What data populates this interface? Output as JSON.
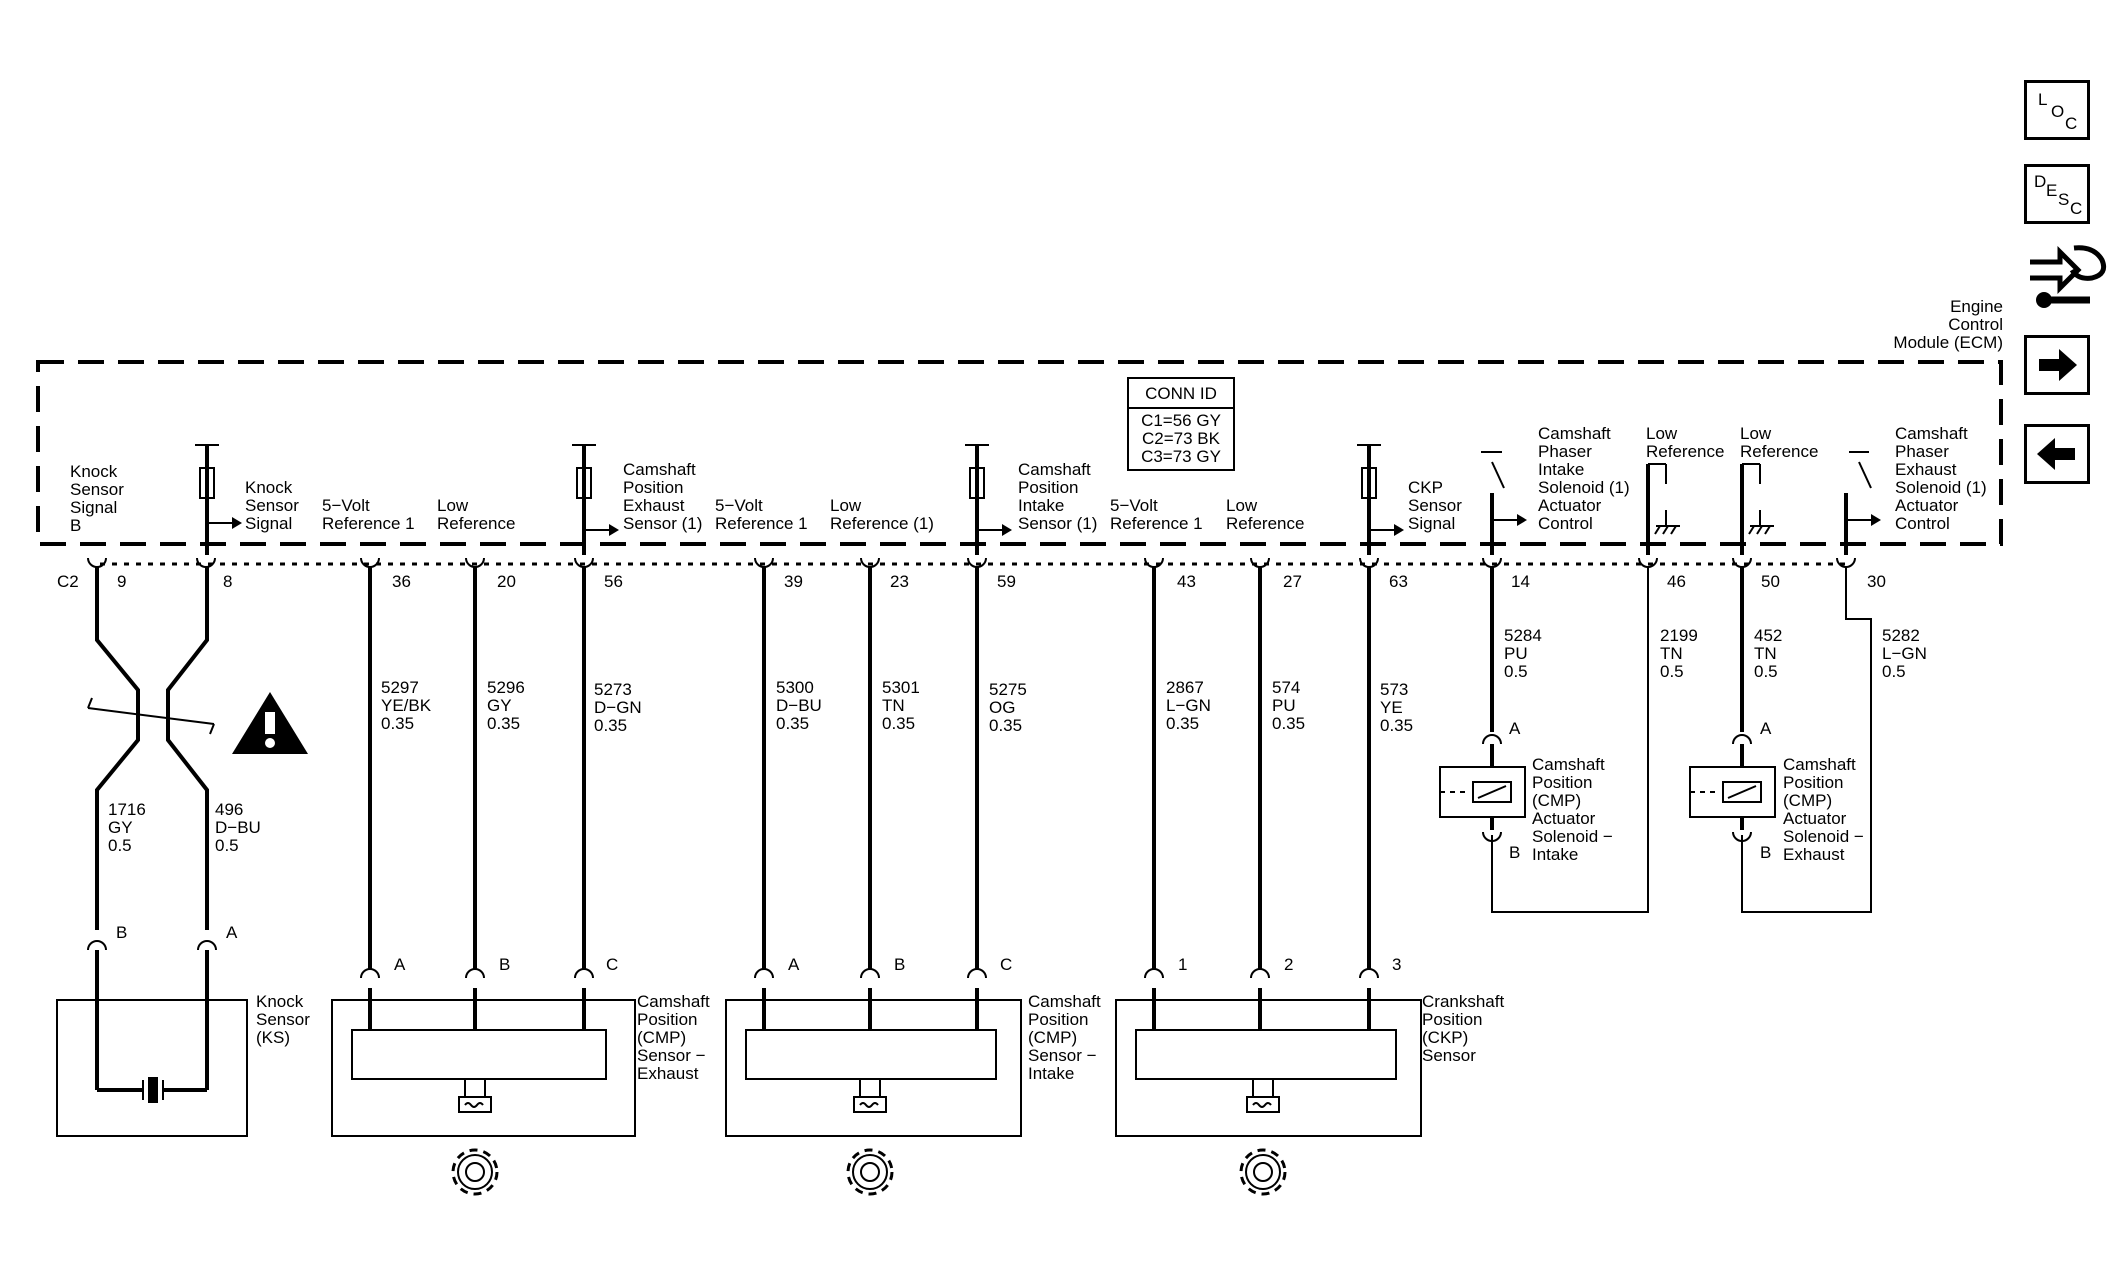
{
  "module": {
    "l1": "Engine",
    "l2": "Control",
    "l3": "Module (ECM)"
  },
  "conn_id": {
    "title": "CONN ID",
    "c1": "C1=56 GY",
    "c2": "C2=73 BK",
    "c3": "C3=73 GY"
  },
  "connector_label": "C2",
  "ecm_labels": {
    "ks_b": [
      "Knock",
      "Sensor",
      "Signal",
      "B"
    ],
    "ks": [
      "Knock",
      "Sensor",
      "Signal"
    ],
    "vref": [
      "5−Volt",
      "Reference 1"
    ],
    "lowref": [
      "Low",
      "Reference"
    ],
    "lowref1": [
      "Low",
      "Reference (1)"
    ],
    "cmp_exh": [
      "Camshaft",
      "Position",
      "Exhaust",
      "Sensor (1)"
    ],
    "cmp_int": [
      "Camshaft",
      "Position",
      "Intake",
      "Sensor (1)"
    ],
    "ckp": [
      "CKP",
      "Sensor",
      "Signal"
    ],
    "phaser_int": [
      "Camshaft",
      "Phaser",
      "Intake",
      "Solenoid (1)",
      "Actuator",
      "Control"
    ],
    "phaser_exh": [
      "Camshaft",
      "Phaser",
      "Exhaust",
      "Solenoid (1)",
      "Actuator",
      "Control"
    ]
  },
  "pins": [
    "9",
    "8",
    "36",
    "20",
    "56",
    "39",
    "23",
    "59",
    "43",
    "27",
    "63",
    "14",
    "46",
    "50",
    "30"
  ],
  "wires": {
    "w1716": [
      "1716",
      "GY",
      "0.5"
    ],
    "w496": [
      "496",
      "D−BU",
      "0.5"
    ],
    "w5297": [
      "5297",
      "YE/BK",
      "0.35"
    ],
    "w5296": [
      "5296",
      "GY",
      "0.35"
    ],
    "w5273": [
      "5273",
      "D−GN",
      "0.35"
    ],
    "w5300": [
      "5300",
      "D−BU",
      "0.35"
    ],
    "w5301": [
      "5301",
      "TN",
      "0.35"
    ],
    "w5275": [
      "5275",
      "OG",
      "0.35"
    ],
    "w2867": [
      "2867",
      "L−GN",
      "0.35"
    ],
    "w574": [
      "574",
      "PU",
      "0.35"
    ],
    "w573": [
      "573",
      "YE",
      "0.35"
    ],
    "w5284": [
      "5284",
      "PU",
      "0.5"
    ],
    "w2199": [
      "2199",
      "TN",
      "0.5"
    ],
    "w452": [
      "452",
      "TN",
      "0.5"
    ],
    "w5282": [
      "5282",
      "L−GN",
      "0.5"
    ]
  },
  "terminals": {
    "ks": [
      "B",
      "A"
    ],
    "cmp_exh": [
      "A",
      "B",
      "C"
    ],
    "cmp_int": [
      "A",
      "B",
      "C"
    ],
    "ckp": [
      "1",
      "2",
      "3"
    ],
    "sol": [
      "A",
      "B"
    ]
  },
  "components": {
    "knock": [
      "Knock",
      "Sensor",
      "(KS)"
    ],
    "cmp_exh": [
      "Camshaft",
      "Position",
      "(CMP)",
      "Sensor −",
      "Exhaust"
    ],
    "cmp_int": [
      "Camshaft",
      "Position",
      "(CMP)",
      "Sensor −",
      "Intake"
    ],
    "ckp": [
      "Crankshaft",
      "Position",
      "(CKP)",
      "Sensor"
    ],
    "sol_int": [
      "Camshaft",
      "Position",
      "(CMP)",
      "Actuator",
      "Solenoid −",
      "Intake"
    ],
    "sol_exh": [
      "Camshaft",
      "Position",
      "(CMP)",
      "Actuator",
      "Solenoid −",
      "Exhaust"
    ]
  },
  "nav": {
    "loc": [
      "L",
      "O",
      "C"
    ],
    "desc": [
      "D",
      "E",
      "S",
      "C"
    ]
  },
  "icons": [
    "warning-icon",
    "gear-icon",
    "arrow-right-icon",
    "arrow-left-icon",
    "schematic-link-icon"
  ]
}
